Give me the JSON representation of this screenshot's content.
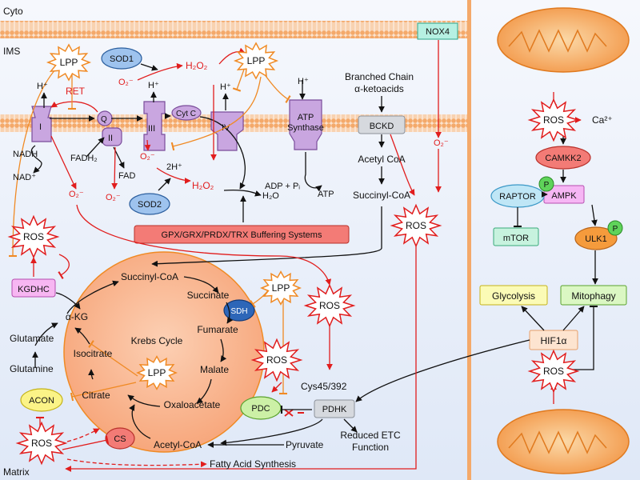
{
  "regions": {
    "cyto": "Cyto",
    "ims": "IMS",
    "matrix": "Matrix"
  },
  "complexes": {
    "c1": "I",
    "c2": "II",
    "c3": "III",
    "c4": "IV",
    "q": "Q",
    "cytc": "Cyt C",
    "atp_synthase": [
      "ATP",
      "Synthase"
    ]
  },
  "labels": {
    "h_plus": "H⁺",
    "h_plus_c3": "H⁺",
    "h_plus_c4": "H⁺",
    "h_plus_atp": "H⁺",
    "ret": "RET",
    "nadh": "NADH",
    "nad": "NAD⁺",
    "fadh2": "FADH₂",
    "fad": "FAD",
    "adp": "ADP + Pᵢ",
    "atp": "ATP",
    "h2o": "H₂O",
    "two_h": "2H⁺",
    "h2o2_top": "H₂O₂",
    "h2o2_mid": "H₂O₂",
    "o2_top": "O₂⁻",
    "o2_c3": "O₂⁻",
    "o2_c1": "O₂⁻",
    "o2_c2": "O₂⁻",
    "o2_nox": "O₂⁻",
    "branched": [
      "Branched Chain",
      "α-ketoacids"
    ],
    "acetylcoa_r": "Acetyl CoA",
    "succinylcoa_r": "Succinyl-CoA",
    "glutamate": "Glutamate",
    "glutamine": "Glutamine",
    "cys": "Cys45/392",
    "reduced_etc": [
      "Reduced ETC",
      "Function"
    ],
    "pyruvate": "Pyruvate",
    "acetylcoa_b": "Acetyl-CoA",
    "fatty_acid": "Fatty Acid Synthesis"
  },
  "krebs": {
    "title": "Krebs Cycle",
    "succinylcoa": "Succinyl-CoA",
    "succinate": "Succinate",
    "fumarate": "Fumarate",
    "malate": "Malate",
    "oxaloacetate": "Oxaloacetate",
    "citrate": "Citrate",
    "isocitrate": "Isocitrate",
    "akg": "α-KG"
  },
  "nodes": {
    "sod1": "SOD1",
    "sod2": "SOD2",
    "nox4": "NOX4",
    "bckd": "BCKD",
    "buffer": "GPX/GRX/PRDX/TRX Buffering Systems",
    "kgdhc": "KGDHC",
    "aconc": "ACON",
    "cs": "CS",
    "sdh": "SDH",
    "pdc": "PDC",
    "pdhk": "PDHK",
    "camkk2": "CAMKK2",
    "ampk": "AMPK",
    "raptor": "RAPTOR",
    "mtor": "mTOR",
    "ulk1": "ULK1",
    "glycolysis": "Glycolysis",
    "mitophagy": "Mitophagy",
    "hif1a": "HIF1α",
    "ca": "Ca²⁺",
    "p": "P"
  },
  "lpp": {
    "ims": "LPP",
    "ims2": "LPP",
    "krebs": "LPP",
    "matrix": "LPP"
  },
  "ros": {
    "kgdhc": "ROS",
    "bckd": "ROS",
    "matrix_right": "ROS",
    "pdc": "ROS",
    "acon": "ROS",
    "mito_top": "ROS",
    "mito_bottom": "ROS"
  },
  "colors": {
    "red": "#e11d1d",
    "orange": "#f08a24",
    "membrane": "#f4a96a",
    "purple": "#c9a6e0",
    "krebs": "#f9b28d"
  }
}
